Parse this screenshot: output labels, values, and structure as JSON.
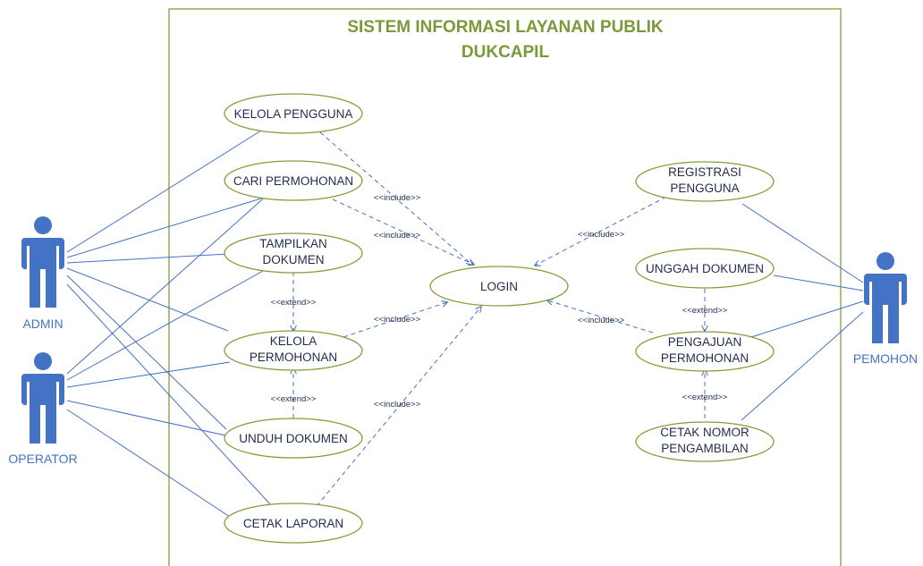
{
  "diagram": {
    "title_line1": "SISTEM INFORMASI LAYANAN PUBLIK",
    "title_line2": "DUKCAPIL",
    "colors": {
      "boundary": "#8a9a3a",
      "title": "#7a9a3a",
      "actor": "#4472c4",
      "line": "#4472c4"
    },
    "actors": {
      "admin": "ADMIN",
      "operator": "OPERATOR",
      "pemohon": "PEMOHON"
    },
    "use_cases": {
      "kelola_pengguna": "KELOLA PENGGUNA",
      "cari_permohonan": "CARI PERMOHONAN",
      "tampilkan_dokumen_1": "TAMPILKAN",
      "tampilkan_dokumen_2": "DOKUMEN",
      "kelola_permohonan_1": "KELOLA",
      "kelola_permohonan_2": "PERMOHONAN",
      "unduh_dokumen": "UNDUH DOKUMEN",
      "cetak_laporan": "CETAK LAPORAN",
      "login": "LOGIN",
      "registrasi_pengguna_1": "REGISTRASI",
      "registrasi_pengguna_2": "PENGGUNA",
      "unggah_dokumen": "UNGGAH DOKUMEN",
      "pengajuan_permohonan_1": "PENGAJUAN",
      "pengajuan_permohonan_2": "PERMOHONAN",
      "cetak_nomor_1": "CETAK NOMOR",
      "cetak_nomor_2": "PENGAMBILAN"
    },
    "relations": {
      "include": "<<include>>",
      "extend": "<<extend>>"
    }
  }
}
